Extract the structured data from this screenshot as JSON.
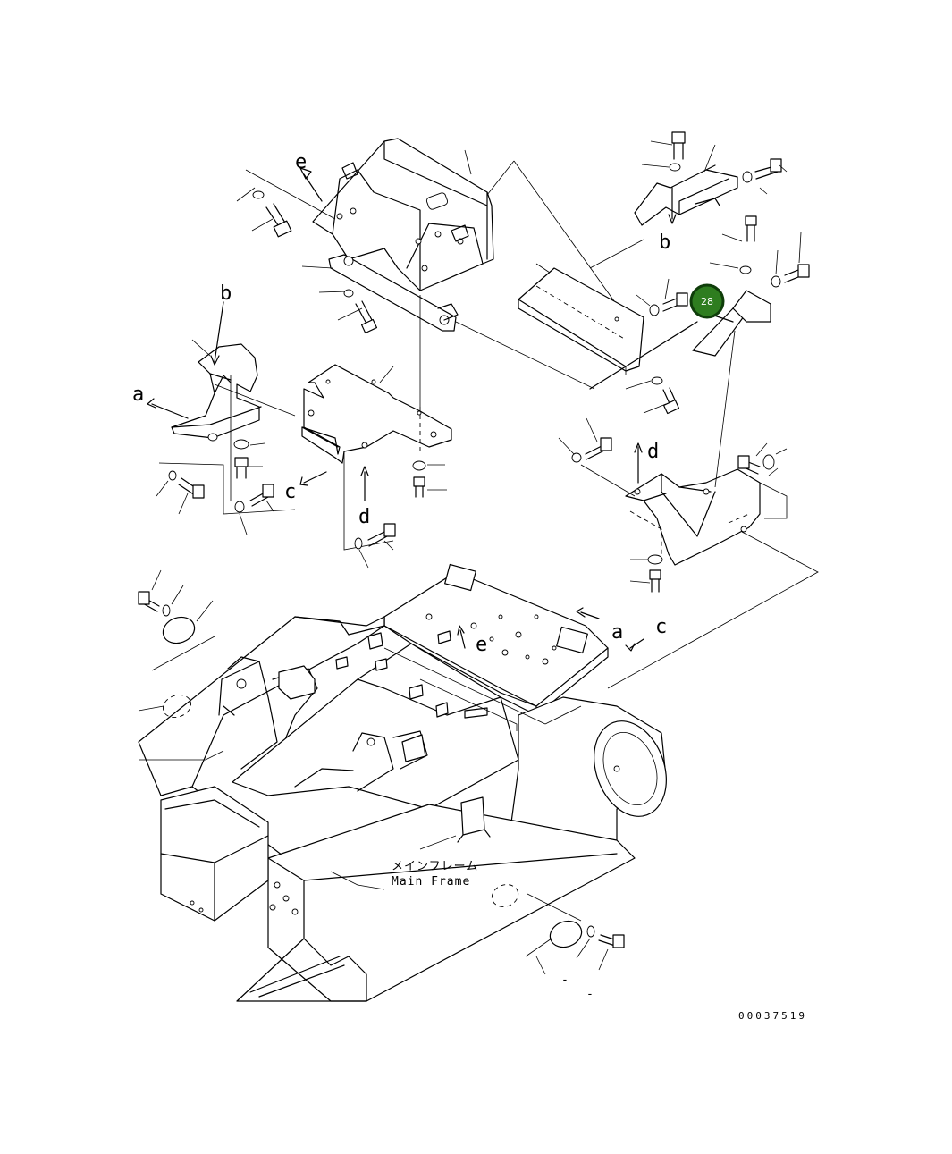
{
  "labels": {
    "a_left": "a",
    "a_main": "a",
    "b_left": "b",
    "b_right": "b",
    "c_left": "c",
    "c_main": "c",
    "d_left": "d",
    "d_right": "d",
    "e_top": "e",
    "e_main": "e"
  },
  "main_frame": {
    "japanese": "メインフレーム",
    "english": "Main Frame"
  },
  "callout": {
    "number": "28",
    "color": "#2e7d1f",
    "ring_color": "#0f3d0a"
  },
  "document_id": "00037519",
  "dashes": [
    "-",
    "-"
  ]
}
